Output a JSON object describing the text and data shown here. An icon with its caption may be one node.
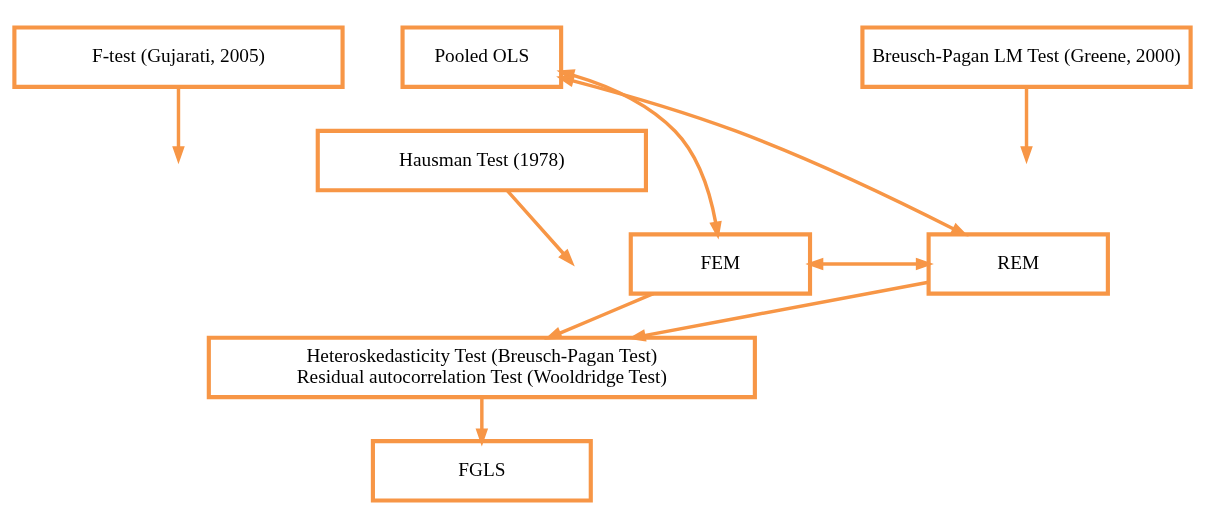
{
  "diagram": {
    "nodes": [
      {
        "text": [
          "Pooled OLS"
        ]
      },
      {
        "text": [
          "F-test (Gujarati, 2005)"
        ]
      },
      {
        "text": [
          "Breusch-Pagan LM Test (Greene, 2000)"
        ]
      },
      {
        "text": [
          "Hausman Test (1978)"
        ]
      },
      {
        "text": [
          "FEM"
        ]
      },
      {
        "text": [
          "REM"
        ]
      },
      {
        "text": [
          "Heteroskedasticity Test (Breusch-Pagan Test)",
          "Residual autocorrelation Test (Wooldridge Test)"
        ]
      },
      {
        "text": [
          "FGLS"
        ]
      }
    ],
    "edges": [
      {
        "from": 4,
        "to": 0,
        "arrow": "both"
      },
      {
        "from": 5,
        "to": 0,
        "arrow": "both"
      },
      {
        "from": 1,
        "to": null,
        "arrow": "to"
      },
      {
        "from": 2,
        "to": null,
        "arrow": "to"
      },
      {
        "from": 3,
        "to": null,
        "arrow": "to"
      },
      {
        "from": 4,
        "to": 5,
        "arrow": "both"
      },
      {
        "from": 4,
        "to": 6,
        "arrow": "to"
      },
      {
        "from": 5,
        "to": 6,
        "arrow": "to"
      },
      {
        "from": 6,
        "to": 7,
        "arrow": "to"
      }
    ]
  }
}
